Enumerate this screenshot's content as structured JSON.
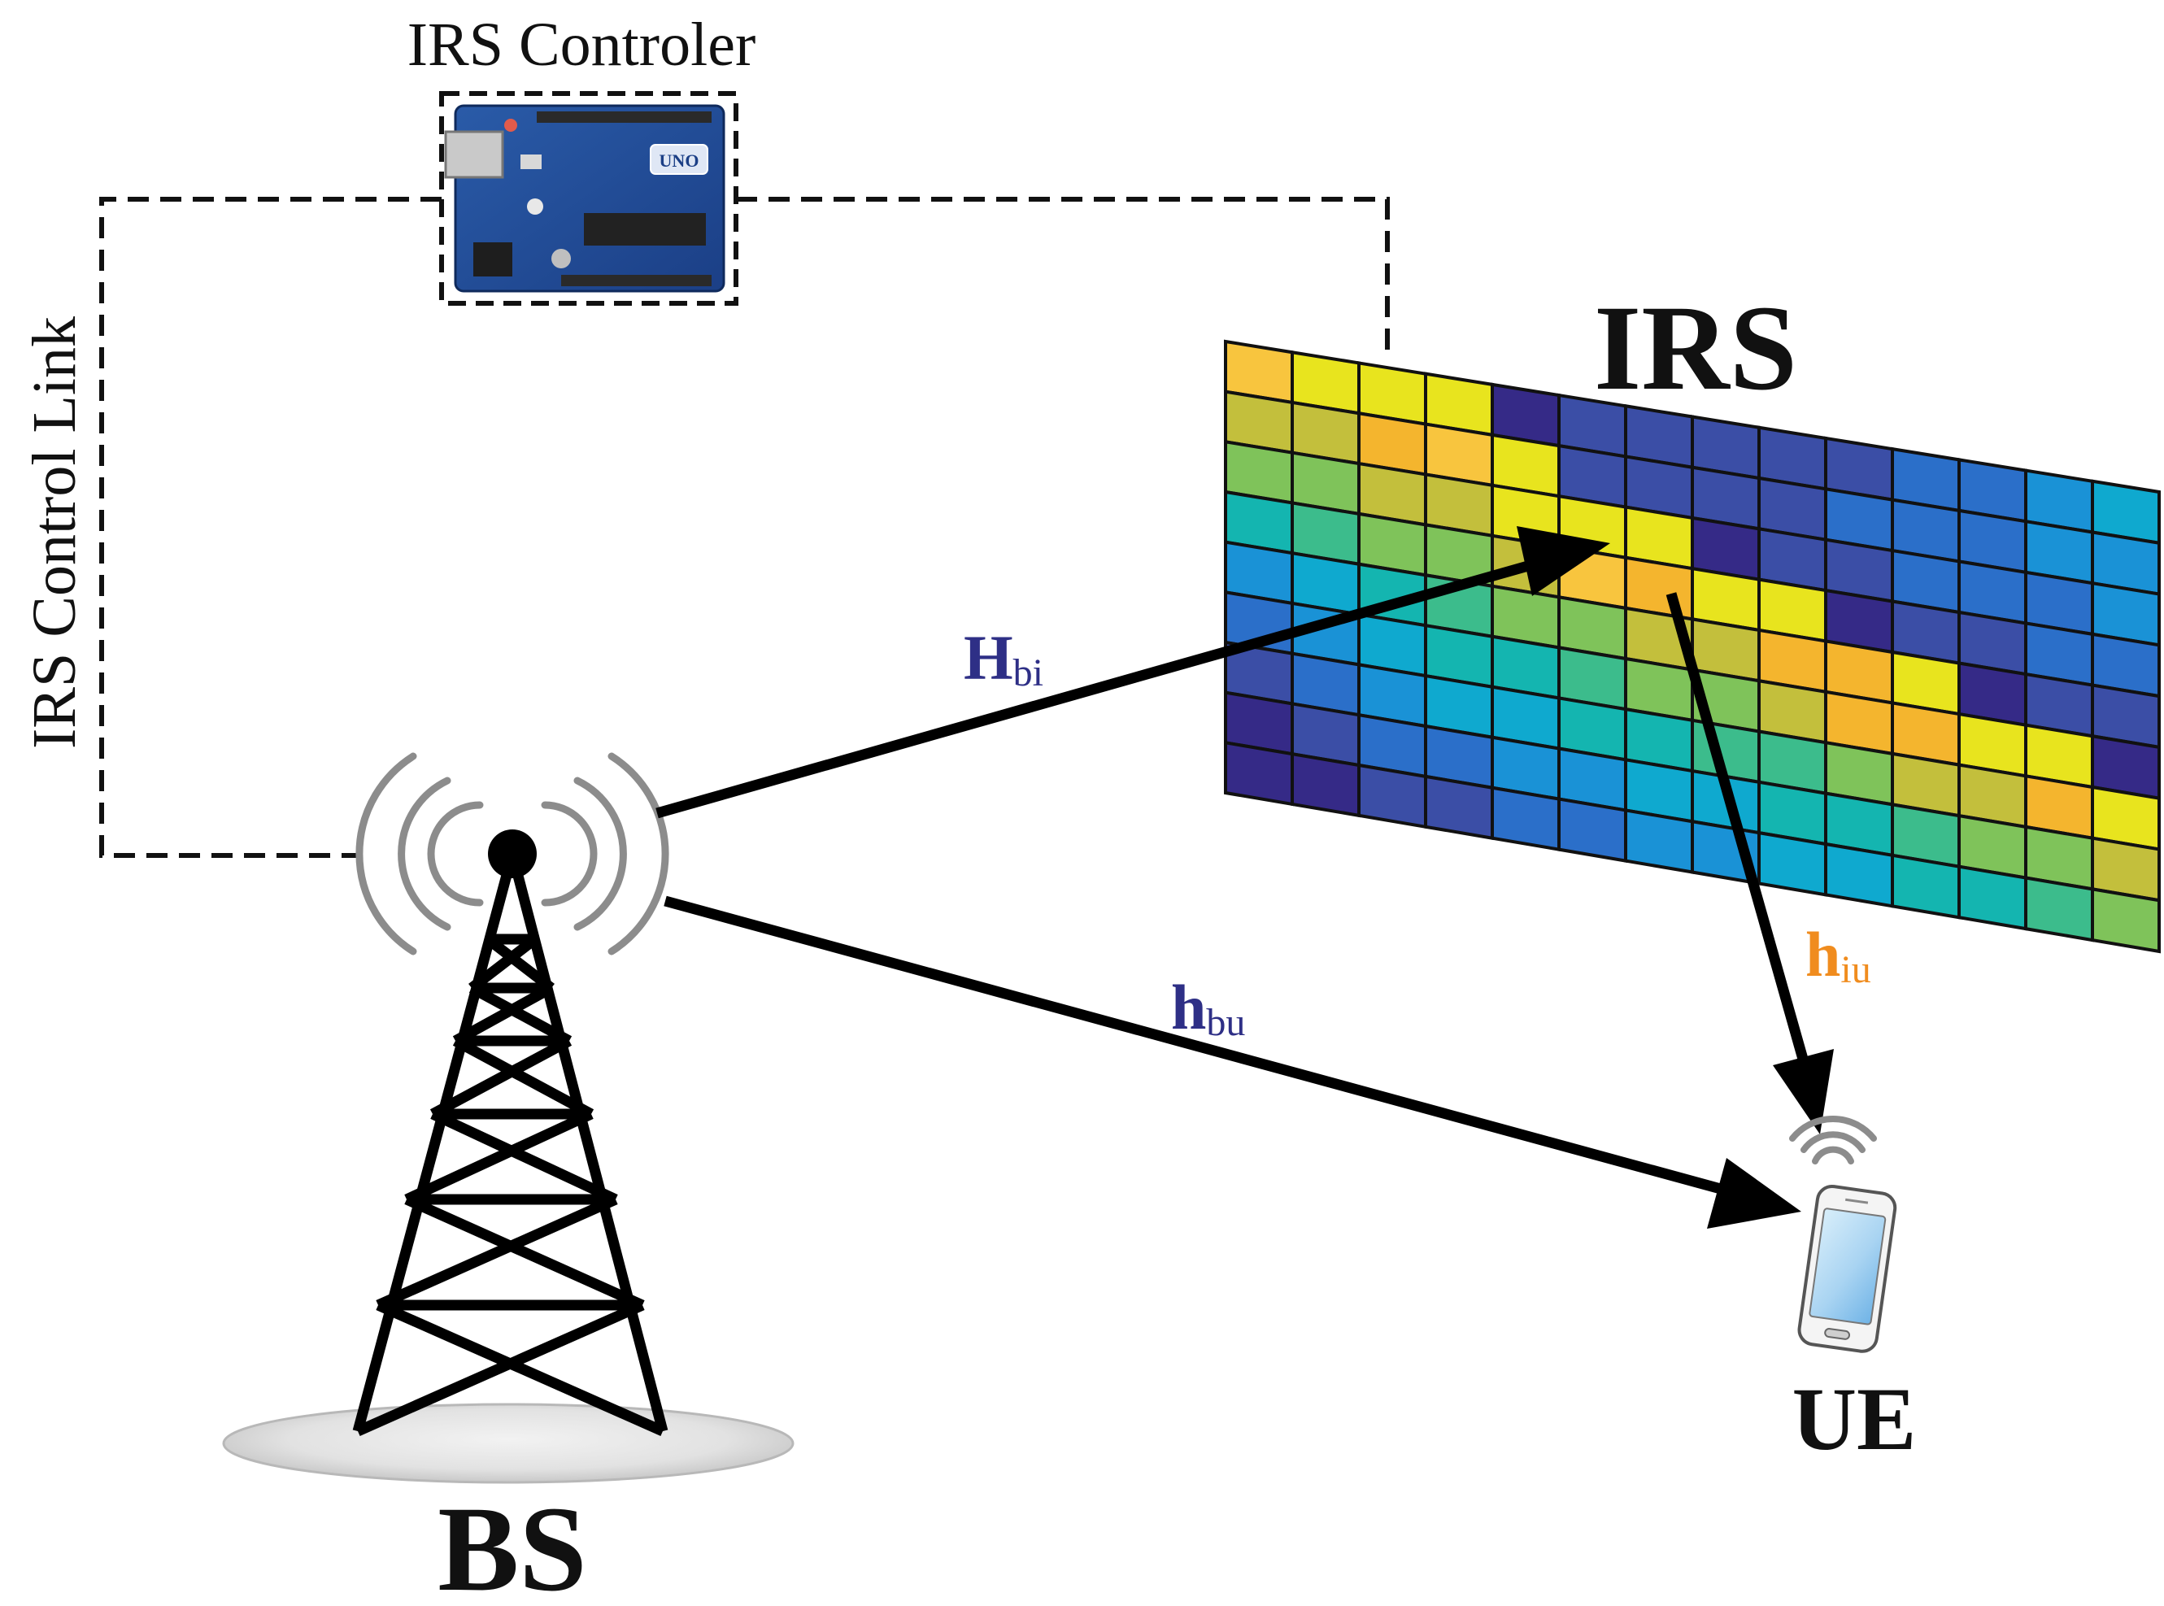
{
  "labels": {
    "controller": "IRS Controler",
    "control_link": "IRS Control Link",
    "irs": "IRS",
    "bs": "BS",
    "ue": "UE"
  },
  "channels": {
    "h_bi": {
      "main": "H",
      "sub": "bi",
      "color": "#2e2f86"
    },
    "h_bu": {
      "main": "h",
      "sub": "bu",
      "color": "#2e2f86"
    },
    "h_iu": {
      "main": "h",
      "sub": "iu",
      "color": "#f08c1e"
    }
  },
  "board": {
    "chip_label": "UNO"
  },
  "irs_palette": [
    "#352a87",
    "#3b4ea6",
    "#2b6fc9",
    "#1a92d6",
    "#0fa9cf",
    "#14b5b0",
    "#3cbc8c",
    "#7fc35a",
    "#c3bf3c",
    "#f4b52e",
    "#f8c53e",
    "#e8e41e"
  ],
  "irs_grid": [
    [
      10,
      11,
      11,
      11,
      0,
      1,
      1,
      1,
      1,
      1,
      2,
      2,
      3,
      4
    ],
    [
      8,
      8,
      9,
      10,
      11,
      1,
      1,
      1,
      1,
      2,
      2,
      2,
      3,
      3
    ],
    [
      7,
      7,
      8,
      8,
      11,
      11,
      11,
      0,
      1,
      1,
      2,
      2,
      2,
      3
    ],
    [
      5,
      6,
      7,
      7,
      8,
      10,
      9,
      11,
      11,
      0,
      1,
      1,
      2,
      2
    ],
    [
      3,
      4,
      5,
      6,
      7,
      7,
      8,
      8,
      9,
      9,
      11,
      0,
      1,
      1
    ],
    [
      2,
      3,
      4,
      5,
      5,
      6,
      7,
      7,
      8,
      9,
      9,
      11,
      11,
      0
    ],
    [
      1,
      2,
      3,
      4,
      4,
      5,
      5,
      6,
      6,
      7,
      8,
      8,
      9,
      11
    ],
    [
      0,
      1,
      2,
      2,
      3,
      3,
      4,
      4,
      5,
      5,
      6,
      7,
      7,
      8
    ],
    [
      0,
      0,
      1,
      1,
      2,
      2,
      3,
      3,
      4,
      4,
      5,
      5,
      6,
      7
    ]
  ]
}
